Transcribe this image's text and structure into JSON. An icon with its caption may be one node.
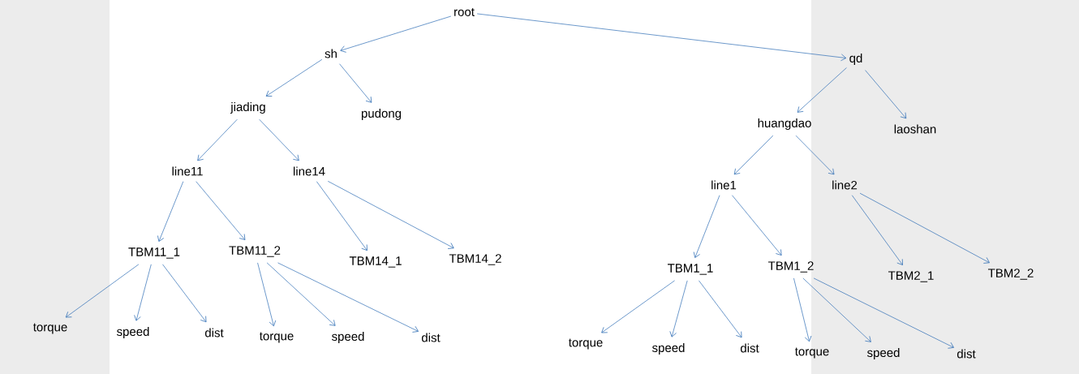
{
  "diagram": {
    "nodes": [
      {
        "text": [
          "root"
        ]
      },
      {
        "text": [
          "sh"
        ]
      },
      {
        "text": [
          "qd"
        ]
      },
      {
        "text": [
          "jiading"
        ]
      },
      {
        "text": [
          "pudong"
        ]
      },
      {
        "text": [
          "huangdao"
        ]
      },
      {
        "text": [
          "laoshan"
        ]
      },
      {
        "text": [
          "line11"
        ]
      },
      {
        "text": [
          "line14"
        ]
      },
      {
        "text": [
          "line1"
        ]
      },
      {
        "text": [
          "line2"
        ]
      },
      {
        "text": [
          "TBM11_1"
        ]
      },
      {
        "text": [
          "TBM11_2"
        ]
      },
      {
        "text": [
          "TBM14_1"
        ]
      },
      {
        "text": [
          "TBM14_2"
        ]
      },
      {
        "text": [
          "TBM1_1"
        ]
      },
      {
        "text": [
          "TBM1_2"
        ]
      },
      {
        "text": [
          "TBM2_1"
        ]
      },
      {
        "text": [
          "TBM2_2"
        ]
      },
      {
        "text": [
          "torque"
        ]
      },
      {
        "text": [
          "speed"
        ]
      },
      {
        "text": [
          "dist"
        ]
      },
      {
        "text": [
          "torque"
        ]
      },
      {
        "text": [
          "speed"
        ]
      },
      {
        "text": [
          "dist"
        ]
      },
      {
        "text": [
          "torque"
        ]
      },
      {
        "text": [
          "speed"
        ]
      },
      {
        "text": [
          "dist"
        ]
      },
      {
        "text": [
          "torque"
        ]
      },
      {
        "text": [
          "speed"
        ]
      },
      {
        "text": [
          "dist"
        ]
      }
    ],
    "edges": [
      {
        "from": 0,
        "to": 1,
        "arrow": "to"
      },
      {
        "from": 0,
        "to": 2,
        "arrow": "to"
      },
      {
        "from": 1,
        "to": 3,
        "arrow": "to"
      },
      {
        "from": 1,
        "to": 4,
        "arrow": "to"
      },
      {
        "from": 3,
        "to": 7,
        "arrow": "to"
      },
      {
        "from": 3,
        "to": 8,
        "arrow": "to"
      },
      {
        "from": 7,
        "to": 11,
        "arrow": "to"
      },
      {
        "from": 7,
        "to": 12,
        "arrow": "to"
      },
      {
        "from": 8,
        "to": 13,
        "arrow": "to"
      },
      {
        "from": 8,
        "to": 14,
        "arrow": "to"
      },
      {
        "from": 2,
        "to": 5,
        "arrow": "to"
      },
      {
        "from": 2,
        "to": 6,
        "arrow": "to"
      },
      {
        "from": 5,
        "to": 9,
        "arrow": "to"
      },
      {
        "from": 5,
        "to": 10,
        "arrow": "to"
      },
      {
        "from": 9,
        "to": 15,
        "arrow": "to"
      },
      {
        "from": 9,
        "to": 16,
        "arrow": "to"
      },
      {
        "from": 10,
        "to": 17,
        "arrow": "to"
      },
      {
        "from": 10,
        "to": 18,
        "arrow": "to"
      },
      {
        "from": 11,
        "to": 19,
        "arrow": "to"
      },
      {
        "from": 11,
        "to": 20,
        "arrow": "to"
      },
      {
        "from": 11,
        "to": 21,
        "arrow": "to"
      },
      {
        "from": 12,
        "to": 22,
        "arrow": "to"
      },
      {
        "from": 12,
        "to": 23,
        "arrow": "to"
      },
      {
        "from": 12,
        "to": 24,
        "arrow": "to"
      },
      {
        "from": 15,
        "to": 25,
        "arrow": "to"
      },
      {
        "from": 15,
        "to": 26,
        "arrow": "to"
      },
      {
        "from": 15,
        "to": 27,
        "arrow": "to"
      },
      {
        "from": 16,
        "to": 28,
        "arrow": "to"
      },
      {
        "from": 16,
        "to": 29,
        "arrow": "to"
      },
      {
        "from": 16,
        "to": 30,
        "arrow": "to"
      }
    ]
  }
}
